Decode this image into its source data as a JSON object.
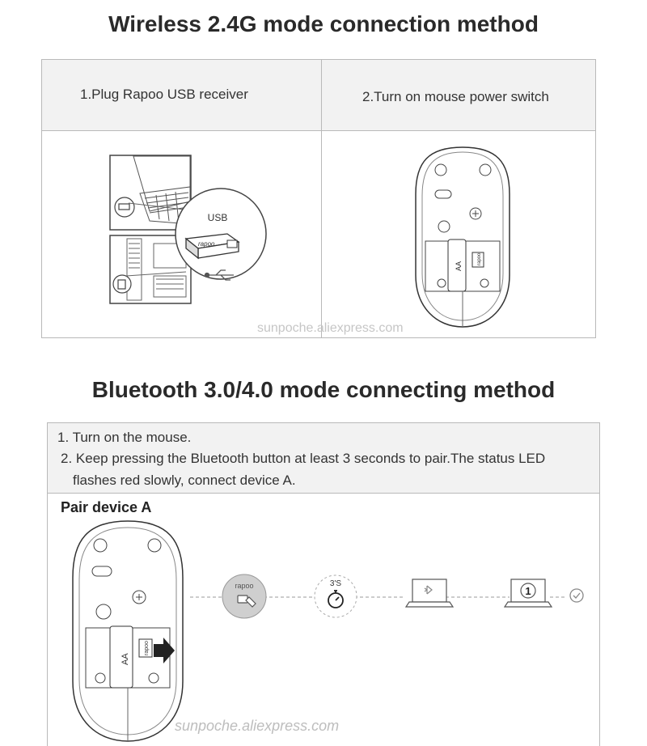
{
  "section1": {
    "title": "Wireless 2.4G mode connection method",
    "step1": "1.Plug Rapoo USB receiver",
    "step2": "2.Turn on mouse power switch",
    "usb_label": "USB",
    "receiver_brand": "rapoo",
    "battery_label": "AA",
    "battery_brand": "rapoo",
    "watermark": "sunpoche.aliexpress.com"
  },
  "section2": {
    "title": "Bluetooth 3.0/4.0 mode connecting method",
    "line1": "1. Turn on the mouse.",
    "line2": "2. Keep pressing the Bluetooth button at least 3 seconds to pair.The status LED",
    "line3": "flashes red slowly, connect device A.",
    "pair_label": "Pair device A",
    "button_brand": "rapoo",
    "timer_label": "3'S",
    "device_number": "1",
    "battery_label": "AA",
    "battery_brand": "rapoo",
    "watermark": "sunpoche.aliexpress.com"
  }
}
